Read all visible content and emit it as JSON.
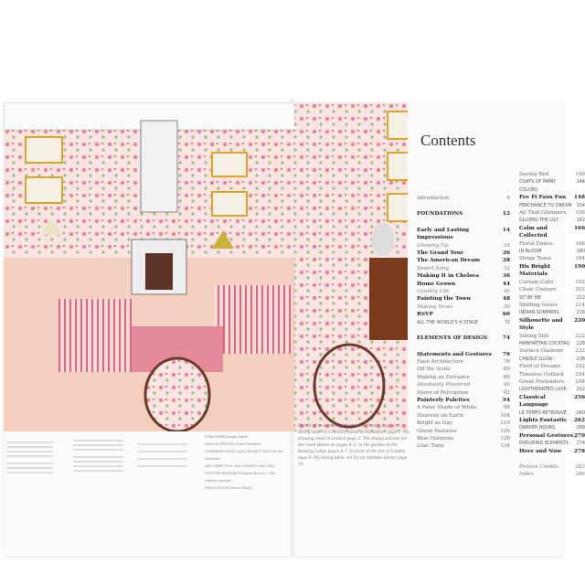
{
  "contents": {
    "title": "Contents",
    "left_column": [
      [
        {
          "label": "Introduction",
          "page": "6",
          "style": "plain"
        }
      ],
      [
        {
          "label": "FOUNDATIONS",
          "page": "12",
          "style": "bold"
        }
      ],
      [
        {
          "label": "Early and Lasting Impressions",
          "page": "14",
          "style": "bold"
        },
        {
          "label": "Growing Up",
          "page": "24",
          "style": "italic"
        },
        {
          "label": "The Grand Tour",
          "page": "26",
          "style": "bold"
        },
        {
          "label": "The American Dream",
          "page": "28",
          "style": "bold"
        },
        {
          "label": "Desert Song",
          "page": "32",
          "style": "italic"
        },
        {
          "label": "Making It in Chelsea",
          "page": "36",
          "style": "bold"
        },
        {
          "label": "Home Grown",
          "page": "44",
          "style": "bold"
        },
        {
          "label": "Country Life",
          "page": "46",
          "style": "italic"
        },
        {
          "label": "Painting the Town",
          "page": "48",
          "style": "bold"
        },
        {
          "label": "Making News",
          "page": "56",
          "style": "italic"
        },
        {
          "label": "RSVP",
          "page": "60",
          "style": "bold"
        },
        {
          "label": "ALL THE WORLD'S A STAGE",
          "page": "72",
          "style": "caps"
        }
      ],
      [
        {
          "label": "ELEMENTS OF DESIGN",
          "page": "74",
          "style": "bold"
        }
      ],
      [
        {
          "label": "Statements and Gestures",
          "page": "76",
          "style": "bold"
        },
        {
          "label": "Faux Architecture",
          "page": "76",
          "style": "plain"
        },
        {
          "label": "Off the Scale",
          "page": "80",
          "style": "plain"
        },
        {
          "label": "Making an Entrance",
          "page": "86",
          "style": "plain"
        },
        {
          "label": "Absolutely Plastered",
          "page": "90",
          "style": "italic"
        },
        {
          "label": "Doors of Perception",
          "page": "92",
          "style": "plain"
        },
        {
          "label": "Painterly Palettes",
          "page": "94",
          "style": "bold"
        },
        {
          "label": "A Paler Shade of White",
          "page": "98",
          "style": "plain"
        },
        {
          "label": "Heavens on Earth",
          "page": "104",
          "style": "plain"
        },
        {
          "label": "Bright as Day",
          "page": "116",
          "style": "plain"
        },
        {
          "label": "Green Pastures",
          "page": "120",
          "style": "plain"
        },
        {
          "label": "Blue Horizons",
          "page": "126",
          "style": "plain"
        },
        {
          "label": "Lilac Time",
          "page": "134",
          "style": "plain"
        }
      ]
    ],
    "right_column": [
      [
        {
          "label": "Seeing Red",
          "page": "140",
          "style": "plain"
        },
        {
          "label": "COATS OF MANY COLORS",
          "page": "144",
          "style": "caps"
        },
        {
          "label": "Fee Fi Faux Fun",
          "page": "148",
          "style": "bold"
        },
        {
          "label": "PERCHANCE TO DREAM",
          "page": "154",
          "style": "caps"
        },
        {
          "label": "All That Glimmers",
          "page": "158",
          "style": "plain"
        },
        {
          "label": "GILDING THE LILY",
          "page": "162",
          "style": "caps"
        },
        {
          "label": "Calm and Collected",
          "page": "166",
          "style": "bold"
        },
        {
          "label": "Floral Dance",
          "page": "168",
          "style": "plain"
        },
        {
          "label": "IN BLOOM",
          "page": "180",
          "style": "caps"
        },
        {
          "label": "Stripe Tease",
          "page": "184",
          "style": "plain"
        },
        {
          "label": "His Bright Materials",
          "page": "190",
          "style": "bold"
        },
        {
          "label": "Curtain Calls",
          "page": "192",
          "style": "plain"
        },
        {
          "label": "Chair Couture",
          "page": "202",
          "style": "plain"
        },
        {
          "label": "SIT BY ME",
          "page": "212",
          "style": "caps"
        },
        {
          "label": "Skirting Issues",
          "page": "214",
          "style": "plain"
        },
        {
          "label": "INDIAN SUMMERS",
          "page": "216",
          "style": "caps"
        },
        {
          "label": "Silhouette and Style",
          "page": "220",
          "style": "bold"
        },
        {
          "label": "Sitting Still",
          "page": "222",
          "style": "plain"
        },
        {
          "label": "MANHATTAN COCKTAIL",
          "page": "228",
          "style": "caps"
        },
        {
          "label": "Surface Glamour",
          "page": "232",
          "style": "plain"
        },
        {
          "label": "CANDLE GLOW",
          "page": "238",
          "style": "caps"
        },
        {
          "label": "Field of Dreams",
          "page": "242",
          "style": "plain"
        },
        {
          "label": "Timeless Gothick",
          "page": "244",
          "style": "plain"
        },
        {
          "label": "Great Pretenders",
          "page": "248",
          "style": "plain"
        },
        {
          "label": "LIGHTHEARTED LUXE",
          "page": "252",
          "style": "caps"
        },
        {
          "label": "Classical Language",
          "page": "256",
          "style": "bold"
        },
        {
          "label": "LE TEMPS RETROUVÉ",
          "page": "260",
          "style": "caps"
        },
        {
          "label": "Lights Fantastic",
          "page": "262",
          "style": "bold"
        },
        {
          "label": "DARKER HOURS",
          "page": "268",
          "style": "caps"
        },
        {
          "label": "Personal Gestures",
          "page": "270",
          "style": "bold"
        },
        {
          "label": "ENDURING ELEMENTS",
          "page": "274",
          "style": "caps"
        },
        {
          "label": "Here and Now",
          "page": "278",
          "style": "bold"
        }
      ],
      [
        {
          "label": "Picture Credits",
          "page": "283",
          "style": "italic"
        },
        {
          "label": "Index",
          "page": "286",
          "style": "italic"
        }
      ]
    ]
  },
  "caption": "Sketch of an entrance to a room in France page 1. A dining room in a country house in Hampshire page 2. My drawing room in London page 3. The design scheme for the room shown on pages 4–5. In the garden at the Bunting Lodge pages 6–7. In front of the fire in London page 8. My dining table, set for an intimate dinner page 10.",
  "credits": [
    "PUBLISHER Jacqui Small",
    "SENIOR EDITOR Claire Chandler",
    "COMMISSIONING AND PROJECT EDITOR Zia Mattocks",
    "ART DIRECTION AND DESIGN Paul Tilby",
    "PICTURE RESEARCH Karen Bowers / The Interior Archive",
    "PRODUCTION Maeve Healy"
  ],
  "colors": {
    "wallpaper": "#f6dede",
    "floral": "#e07a8a",
    "gold": "#d9a628",
    "carpet": "#f1c7b4",
    "wood": "#7a3a1e"
  }
}
